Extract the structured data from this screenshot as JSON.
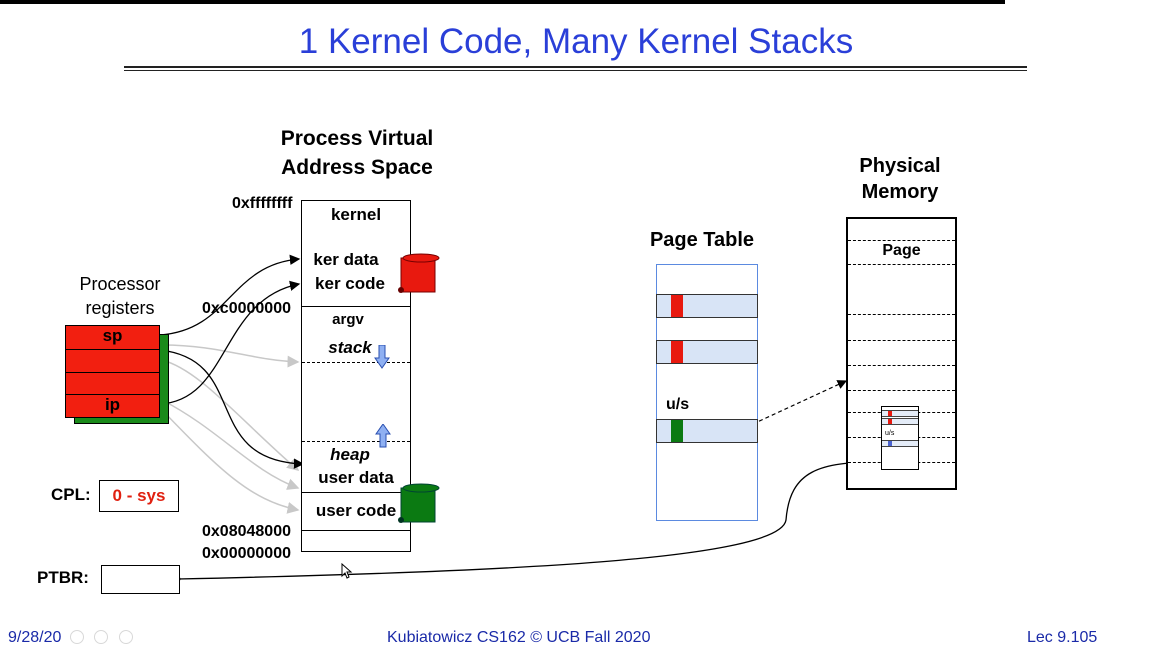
{
  "slide": {
    "title": "1 Kernel Code, Many Kernel Stacks"
  },
  "vas": {
    "header_line1": "Process Virtual",
    "header_line2": "Address Space",
    "addresses": [
      "0xffffffff",
      "0xc0000000",
      "0x08048000",
      "0x00000000"
    ],
    "segments": {
      "kernel": "kernel",
      "ker_data": "ker data",
      "ker_code": "ker code",
      "argv": "argv",
      "stack": "stack",
      "heap": "heap",
      "user_data": "user data",
      "user_code": "user code"
    }
  },
  "processor": {
    "label_line1": "Processor",
    "label_line2": "registers",
    "sp": "sp",
    "ip": "ip"
  },
  "cpl": {
    "label": "CPL:",
    "value": "0 - sys"
  },
  "ptbr": {
    "label": "PTBR:"
  },
  "page_table": {
    "header": "Page Table",
    "us_label": "u/s"
  },
  "physical_memory": {
    "header_line1": "Physical",
    "header_line2": "Memory",
    "page_label": "Page",
    "mini_us": "u/s"
  },
  "footer": {
    "date": "9/28/20",
    "course": "Kubiatowicz CS162 © UCB Fall 2020",
    "slide_number": "Lec 9.105"
  },
  "colors": {
    "title": "#2a3fd8",
    "register_red": "#f21f10",
    "register_green": "#1a8a1a",
    "kernel_code_red": "#e8190f",
    "user_code_green": "#0b7a12",
    "page_table_entry": "#d8e4f6",
    "cpl_value": "#e02010"
  }
}
